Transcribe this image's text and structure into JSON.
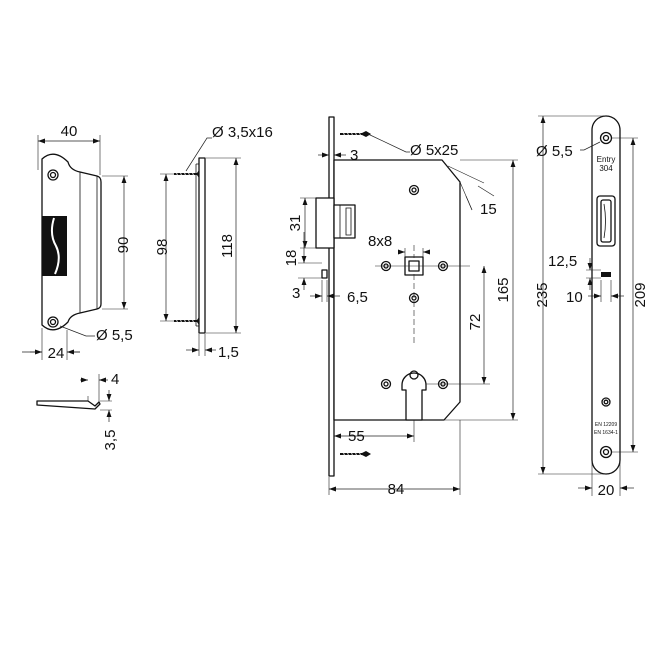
{
  "strike_plate": {
    "dim_width": "40",
    "dim_height": "90",
    "dim_hole": "Ø 5,5",
    "dim_lip": "24",
    "dim_thickness": "4",
    "dim_offset": "3,5"
  },
  "side_view": {
    "dim_screw": "Ø 3,5x16",
    "dim_screw_spacing": "98",
    "dim_faceplate_height": "118",
    "dim_faceplate_thickness": "1,5"
  },
  "lock_body": {
    "dim_screw": "Ø 5x25",
    "dim_plate_thickness": "3",
    "dim_angle": "15",
    "dim_latch": "31",
    "dim_bolt": "18",
    "dim_square": "8x8",
    "dim_small_offset": "3",
    "dim_inset": "6,5",
    "dim_centers": "72",
    "dim_body_height": "165",
    "dim_backset": "55",
    "dim_body_width": "84"
  },
  "faceplate": {
    "dim_hole": "Ø 5,5",
    "label_line1": "Entry",
    "label_line2": "304",
    "dim_slot_height": "12,5",
    "dim_slot_width": "10",
    "dim_total_height": "235",
    "dim_screw_spacing": "209",
    "dim_width": "20",
    "cert_line1": "EN 12209",
    "cert_line2": "EN 1634-1"
  }
}
